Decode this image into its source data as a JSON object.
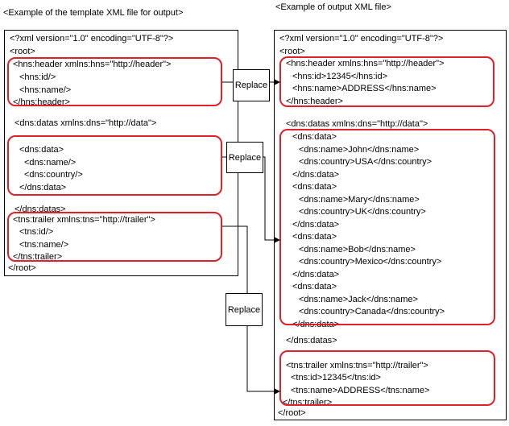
{
  "left_caption": "<Example of the template XML file for output>",
  "right_caption": "<Example of output XML file>",
  "replace_label": "Replace",
  "template_lines": [
    "<?xml version=\"1.0\" encoding=\"UTF-8\"?>",
    "<root>",
    "<hns:header xmlns:hns=\"http://header\">",
    "<hns:id/>",
    "<hns:name/>",
    "</hns:header>",
    "<dns:datas xmlns:dns=\"http://data\">",
    "<dns:data>",
    "<dns:name/>",
    "<dns:country/>",
    "</dns:data>",
    "</dns:datas>",
    "<tns:trailer xmlns:tns=\"http://trailer\">",
    "<tns:id/>",
    "<tns:name/>",
    "</tns:trailer>",
    "</root>"
  ],
  "output_lines": [
    "<?xml version=\"1.0\" encoding=\"UTF-8\"?>",
    "<root>",
    "<hns:header xmlns:hns=\"http://header\">",
    "<hns:id>12345</hns:id>",
    "<hns:name>ADDRESS</hns:name>",
    "</hns:header>",
    "<dns:datas xmlns:dns=\"http://data\">",
    "<dns:data>",
    "<dns:name>John</dns:name>",
    "<dns:country>USA</dns:country>",
    "</dns:data>",
    "<dns:data>",
    "<dns:name>Mary</dns:name>",
    "<dns:country>UK</dns:country>",
    "</dns:data>",
    "<dns:data>",
    "<dns:name>Bob</dns:name>",
    "<dns:country>Mexico</dns:country>",
    "</dns:data>",
    "<dns:data>",
    "<dns:name>Jack</dns:name>",
    "<dns:country>Canada</dns:country>",
    "</dns:data>",
    "</dns:datas>",
    "<tns:trailer xmlns:tns=\"http://trailer\">",
    "<tns:id>12345</tns:id>",
    "<tns:name>ADDRESS</tns:name>",
    "</tns:trailer>",
    "</root>"
  ],
  "colors": {
    "highlight": "#e0202a",
    "line": "#000000"
  }
}
